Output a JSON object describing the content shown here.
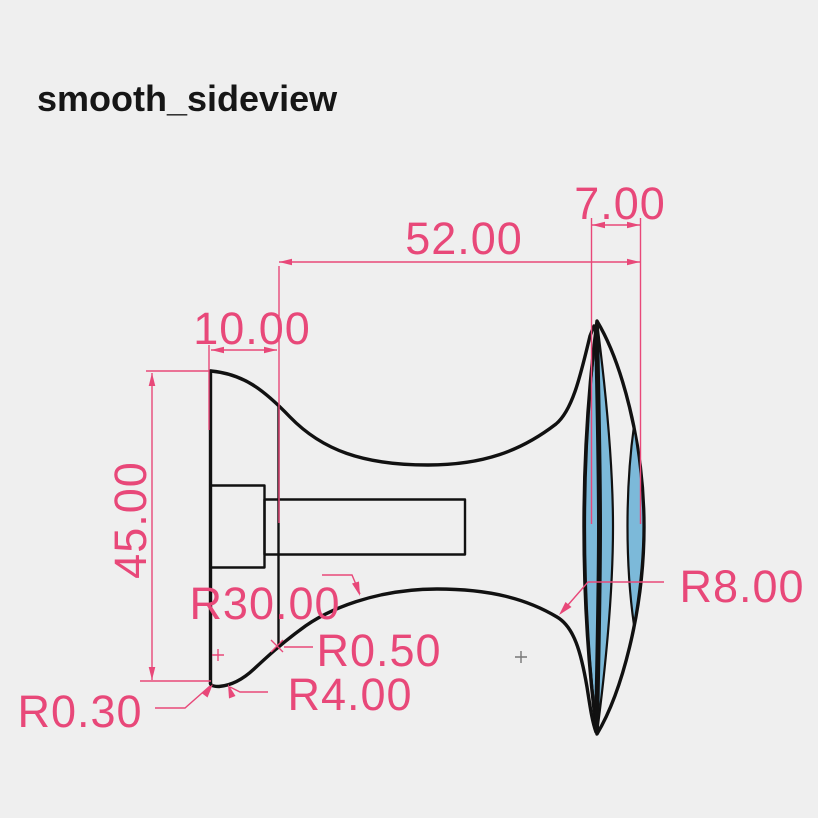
{
  "title": "smooth_sideview",
  "colors": {
    "background": "#efefef",
    "annotation_pink": "#e84879",
    "geometry_black": "#111111",
    "highlight_face_blue": "#7cb9d9"
  },
  "dimensions": {
    "overall_length": "52.00",
    "cap_depth": "7.00",
    "base_thickness": "10.00",
    "base_diameter": "45.00",
    "sweep_radius": "R30.00",
    "fillet_small": "R0.50",
    "fillet_base": "R4.00",
    "corner_radius": "R0.30",
    "neck_radius": "R8.00"
  }
}
